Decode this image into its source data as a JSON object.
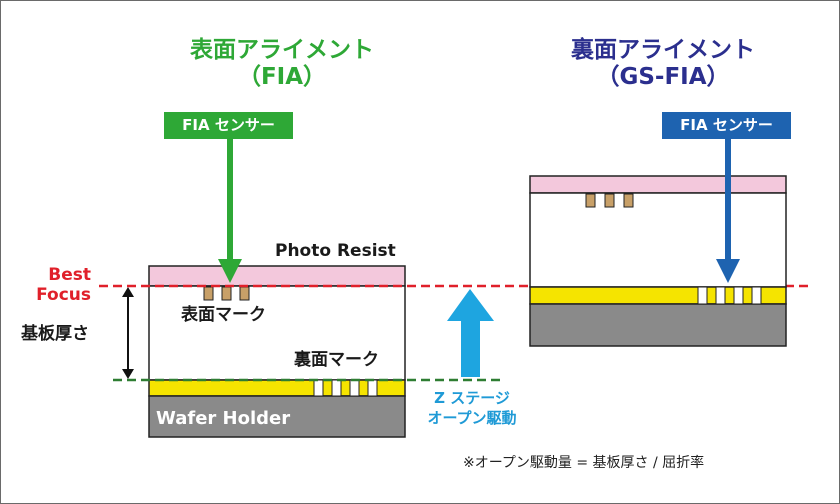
{
  "front": {
    "title": "表面アライメント",
    "subtitle": "（FIA）",
    "sensor_label": "FIA センサー"
  },
  "back": {
    "title": "裏面アライメント",
    "subtitle": "（GS-FIA）",
    "sensor_label": "FIA センサー"
  },
  "labels": {
    "photo_resist": "Photo Resist",
    "best_focus_line1": "Best",
    "best_focus_line2": "Focus",
    "substrate_thickness": "基板厚さ",
    "front_mark": "表面マーク",
    "back_mark": "裏面マーク",
    "wafer_holder": "Wafer Holder",
    "z_stage_line1": "Z ステージ",
    "z_stage_line2": "オープン駆動"
  },
  "note": "※オープン駆動量 = 基板厚さ / 屈折率",
  "colors": {
    "green": "#2ea836",
    "navy": "#2b2f8e",
    "blue_box": "#1e63b0",
    "red": "#e0202a",
    "cyan": "#1ea5e0",
    "pink": "#f3c8dc",
    "yellow": "#f5e400",
    "gray": "#8a8a8a",
    "mark_brown": "#c8a068"
  }
}
